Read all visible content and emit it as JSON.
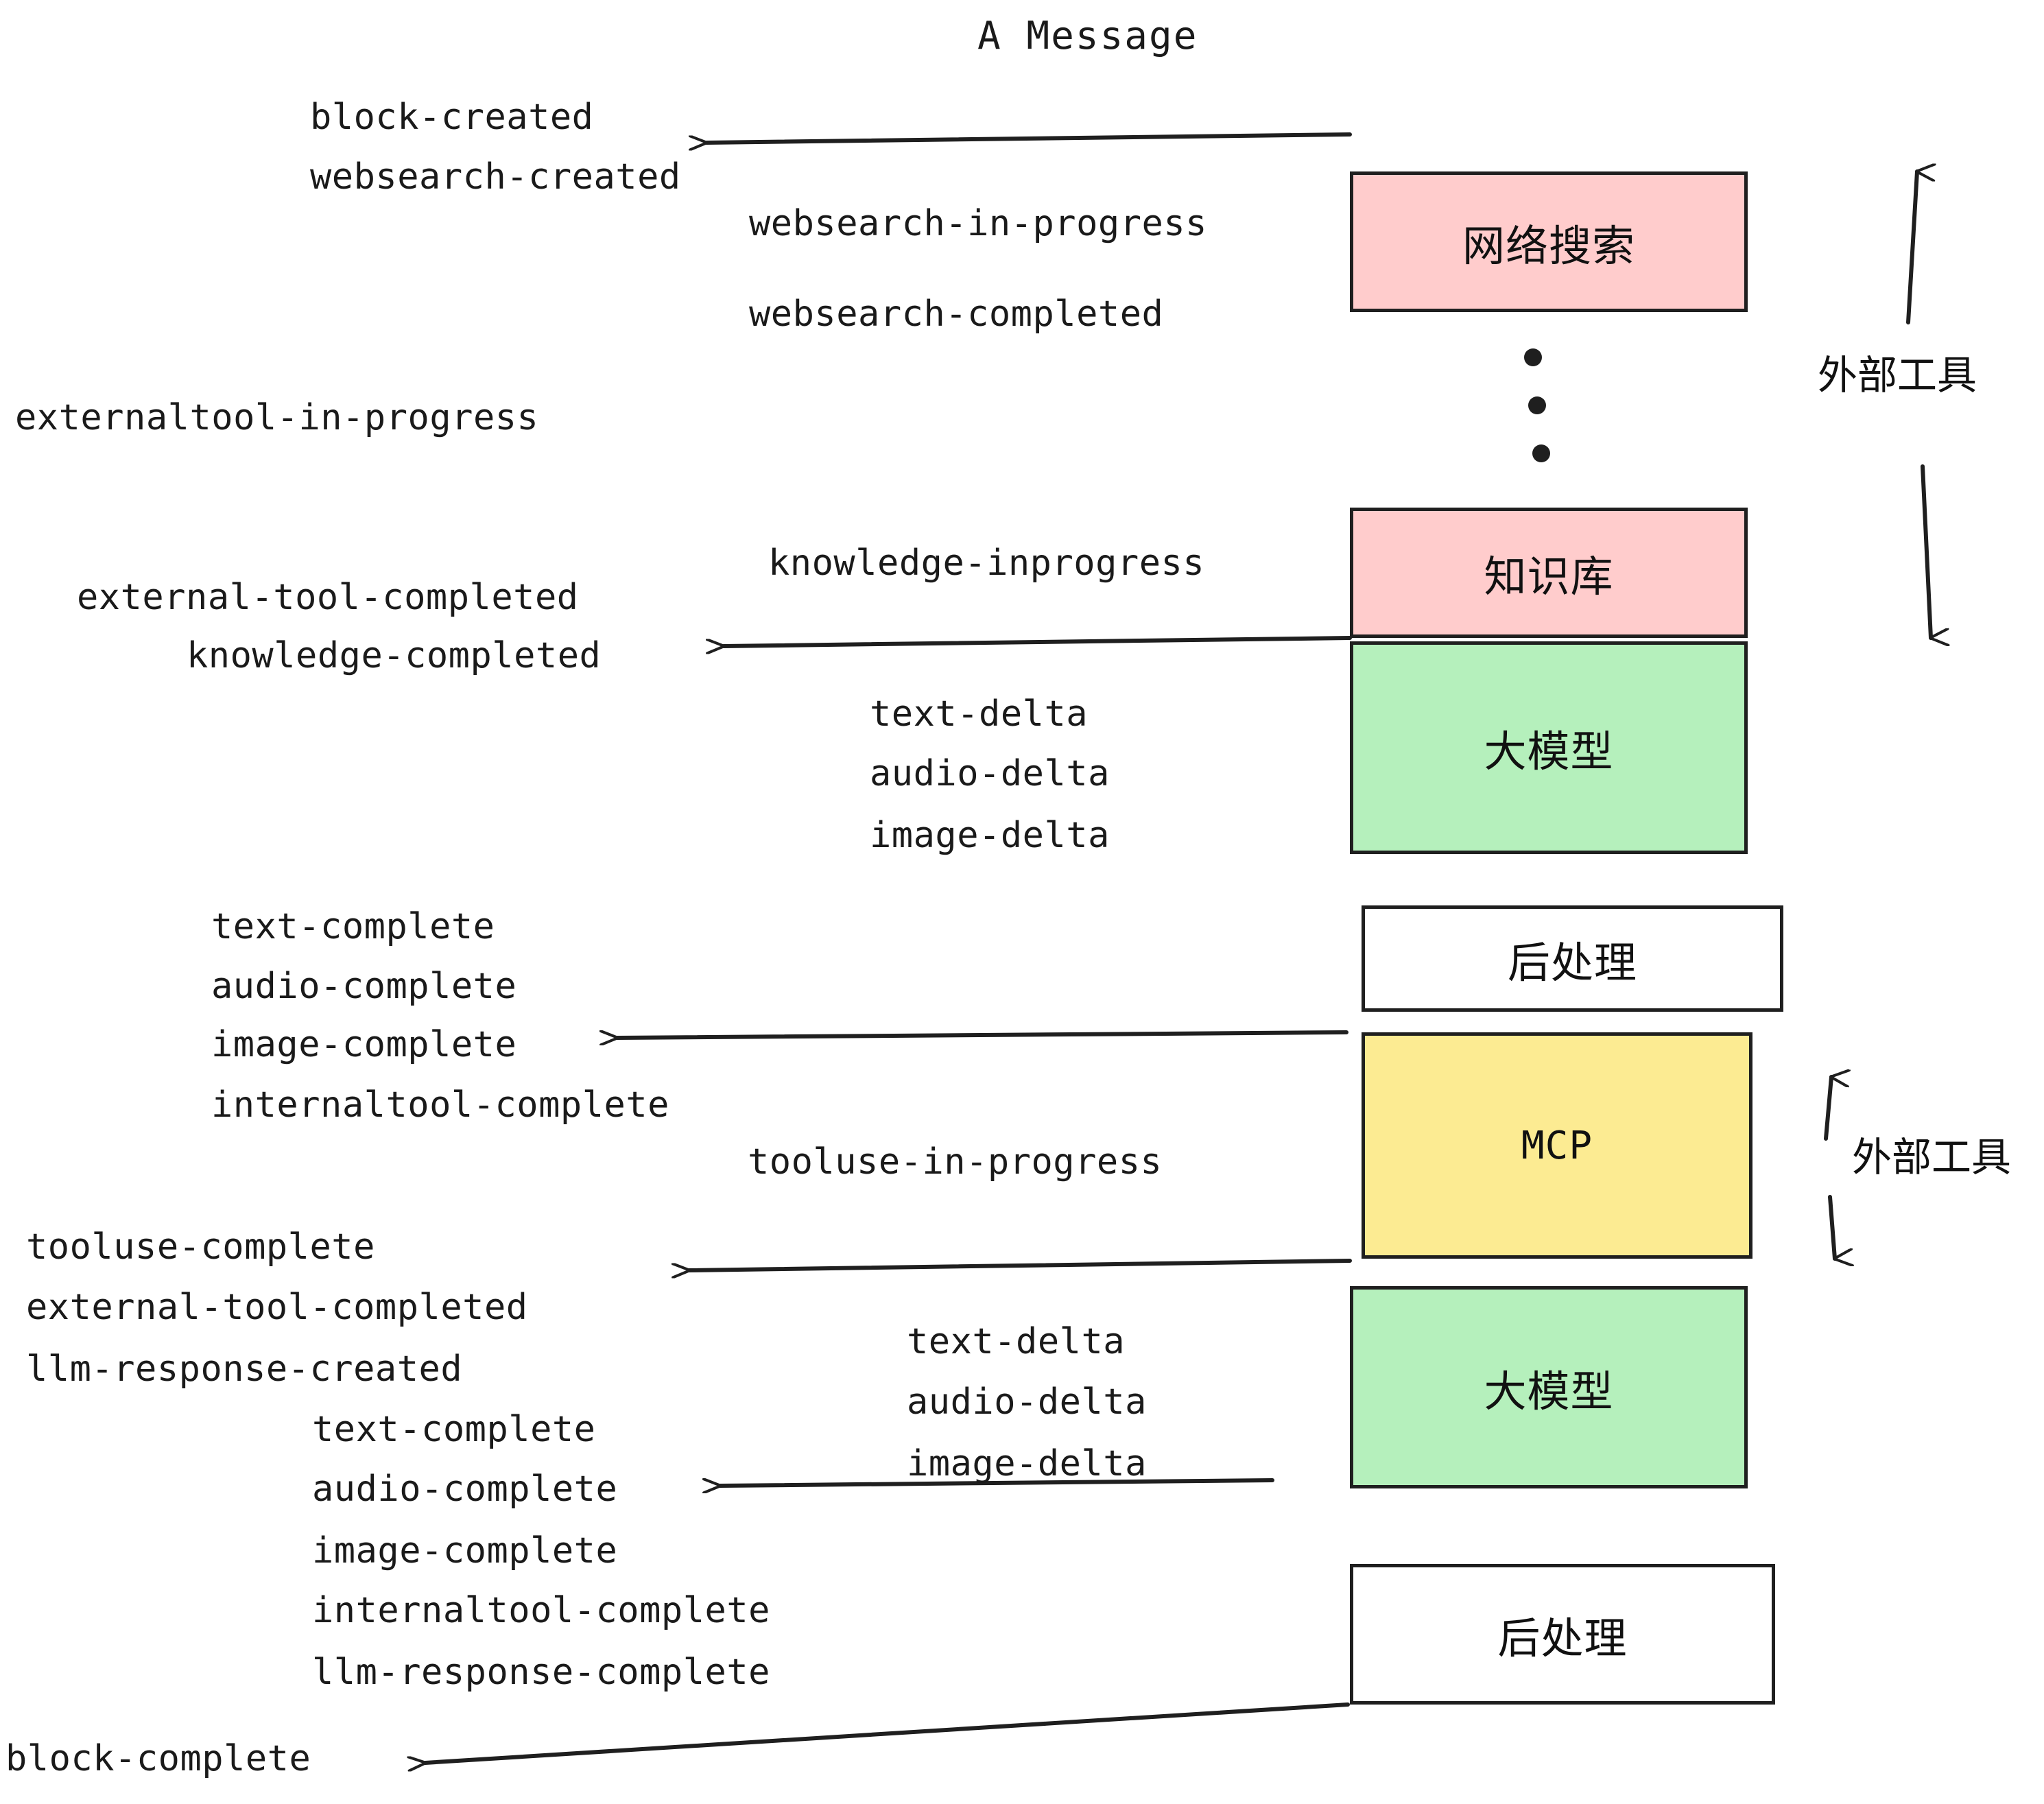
{
  "title": "A Message",
  "colors": {
    "pink": "#FFCCCC",
    "green": "#B5F0BC",
    "yellow": "#FCEB92",
    "white": "#FFFFFF",
    "stroke": "#1F1F1F",
    "text": "#1A1A1A"
  },
  "nodes": [
    {
      "id": "websearch",
      "label": "网络搜索",
      "fill": "#FFCCCC"
    },
    {
      "id": "knowledge",
      "label": "知识库",
      "fill": "#FFCCCC"
    },
    {
      "id": "llm-1",
      "label": "大模型",
      "fill": "#B5F0BC"
    },
    {
      "id": "postprocess-1",
      "label": "后处理",
      "fill": "#FFFFFF"
    },
    {
      "id": "mcp",
      "label": "MCP",
      "fill": "#FCEB92"
    },
    {
      "id": "llm-2",
      "label": "大模型",
      "fill": "#B5F0BC"
    },
    {
      "id": "postprocess-2",
      "label": "后处理",
      "fill": "#FFFFFF"
    }
  ],
  "side_labels": [
    {
      "id": "external-tool-top",
      "label": "外部工具"
    },
    {
      "id": "external-tool-bottom",
      "label": "外部工具"
    }
  ],
  "events": [
    {
      "id": "e01",
      "text": "block-created"
    },
    {
      "id": "e02",
      "text": "websearch-created"
    },
    {
      "id": "e03",
      "text": "websearch-in-progress"
    },
    {
      "id": "e04",
      "text": "websearch-completed"
    },
    {
      "id": "e05",
      "text": "externaltool-in-progress"
    },
    {
      "id": "e06",
      "text": "knowledge-inprogress"
    },
    {
      "id": "e07",
      "text": "external-tool-completed"
    },
    {
      "id": "e08",
      "text": "knowledge-completed"
    },
    {
      "id": "e09",
      "text": "text-delta"
    },
    {
      "id": "e10",
      "text": "audio-delta"
    },
    {
      "id": "e11",
      "text": "image-delta"
    },
    {
      "id": "e12",
      "text": "text-complete"
    },
    {
      "id": "e13",
      "text": "audio-complete"
    },
    {
      "id": "e14",
      "text": "image-complete"
    },
    {
      "id": "e15",
      "text": "internaltool-complete"
    },
    {
      "id": "e16",
      "text": "tooluse-in-progress"
    },
    {
      "id": "e17",
      "text": "tooluse-complete"
    },
    {
      "id": "e18",
      "text": "external-tool-completed"
    },
    {
      "id": "e19",
      "text": "llm-response-created"
    },
    {
      "id": "e20",
      "text": "text-complete"
    },
    {
      "id": "e21",
      "text": "audio-complete"
    },
    {
      "id": "e22",
      "text": "image-complete"
    },
    {
      "id": "e23",
      "text": "internaltool-complete"
    },
    {
      "id": "e24",
      "text": "llm-response-complete"
    },
    {
      "id": "e25",
      "text": "text-delta"
    },
    {
      "id": "e26",
      "text": "audio-delta"
    },
    {
      "id": "e27",
      "text": "image-delta"
    },
    {
      "id": "e28",
      "text": "block-complete"
    }
  ]
}
